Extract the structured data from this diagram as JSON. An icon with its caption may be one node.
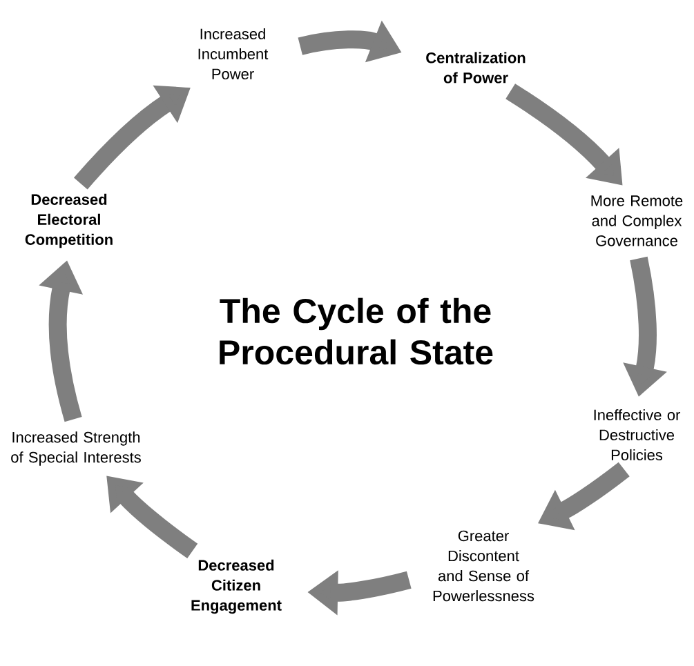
{
  "diagram": {
    "title": "The Cycle of the Procedural State",
    "nodes": [
      {
        "text": [
          "Increased Incumbent Power"
        ]
      },
      {
        "text": [
          "Centralization of Power"
        ]
      },
      {
        "text": [
          "More Remote and Complex Governance"
        ]
      },
      {
        "text": [
          "Ineffective or Destructive Policies"
        ]
      },
      {
        "text": [
          "Greater Discontent and Sense of Powerlessness"
        ]
      },
      {
        "text": [
          "Decreased Citizen Engagement"
        ]
      },
      {
        "text": [
          "Increased Strength of Special Interests"
        ]
      },
      {
        "text": [
          "Decreased Electoral Competition"
        ]
      }
    ],
    "edges": [
      {
        "from": 0,
        "to": 1,
        "arrow": "to"
      },
      {
        "from": 1,
        "to": 2,
        "arrow": "to"
      },
      {
        "from": 2,
        "to": 3,
        "arrow": "to"
      },
      {
        "from": 3,
        "to": 4,
        "arrow": "to"
      },
      {
        "from": 4,
        "to": 5,
        "arrow": "to"
      },
      {
        "from": 5,
        "to": 6,
        "arrow": "to"
      },
      {
        "from": 6,
        "to": 7,
        "arrow": "to"
      },
      {
        "from": 7,
        "to": 0,
        "arrow": "to"
      }
    ]
  }
}
